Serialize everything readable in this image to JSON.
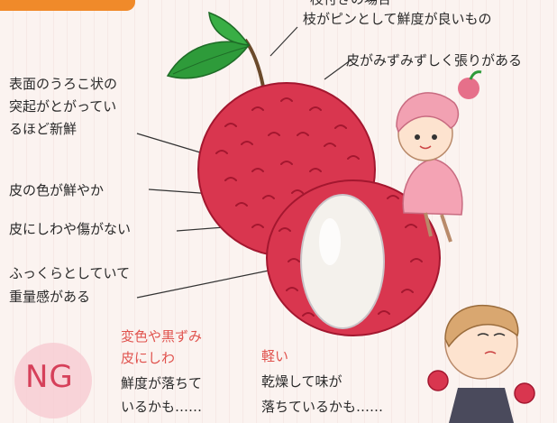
{
  "header": {
    "partial_line1": "枝付きの場合",
    "partial_line2": "枝がピンとして鮮度が良いもの"
  },
  "annotations": {
    "skin_firm": "皮がみずみずしく張りがある",
    "bumps_line1": "表面のうろこ状の",
    "bumps_line2": "突起がとがってい",
    "bumps_line3": "るほど新鮮",
    "color": "皮の色が鮮やか",
    "no_wrinkles": "皮にしわや傷がない",
    "plump_line1": "ふっくらとしていて",
    "plump_line2": "重量感がある"
  },
  "ng": {
    "badge": "NG",
    "item1_head1": "変色や黒ずみ",
    "item1_head2": "皮にしわ",
    "item1_body1": "鮮度が落ちて",
    "item1_body2": "いるかも……",
    "item2_head": "軽い",
    "item2_body1": "乾燥して味が",
    "item2_body2": "落ちているかも……"
  },
  "colors": {
    "lychee_red": "#d9364f",
    "lychee_dark": "#a3172f",
    "leaf_green": "#2e9b3a",
    "ng_red": "#e0534e",
    "badge_pink": "#f7c8d0"
  }
}
